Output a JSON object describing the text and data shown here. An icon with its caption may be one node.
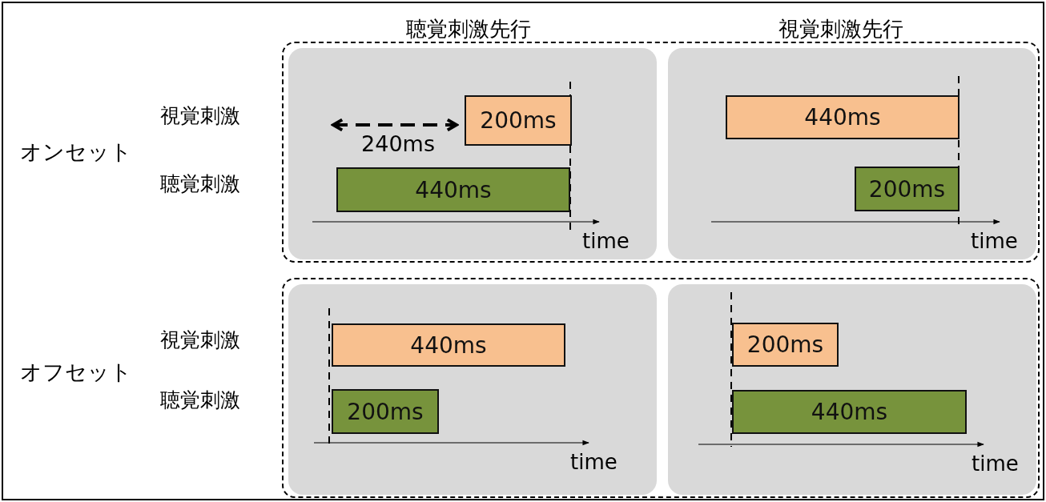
{
  "diagram": {
    "nodes": [
      {
        "text": [],
        "shape": "box"
      },
      {
        "text": [],
        "shape": "box",
        "in": 0
      },
      {
        "text": [
          "200ms"
        ],
        "in": 1
      },
      {
        "text": [
          "440ms"
        ],
        "in": 1
      },
      {
        "text": [],
        "shape": "box",
        "in": 0
      },
      {
        "text": [
          "440ms"
        ],
        "in": 4
      },
      {
        "text": [
          "200ms"
        ],
        "in": 4
      },
      {
        "text": [],
        "shape": "box"
      },
      {
        "text": [],
        "shape": "box",
        "in": 7
      },
      {
        "text": [
          "440ms"
        ],
        "in": 8
      },
      {
        "text": [
          "200ms"
        ],
        "in": 8
      },
      {
        "text": [],
        "shape": "box",
        "in": 7
      },
      {
        "text": [
          "200ms"
        ],
        "in": 11
      },
      {
        "text": [
          "440ms"
        ],
        "in": 11
      }
    ],
    "labels": [
      "聴覚刺激先行",
      "視覚刺激先行",
      "視覚刺激",
      "240ms",
      "オンセット",
      "聴覚刺激",
      "time",
      "time",
      "視覚刺激",
      "オフセット",
      "聴覚刺激",
      "time",
      "time"
    ]
  }
}
